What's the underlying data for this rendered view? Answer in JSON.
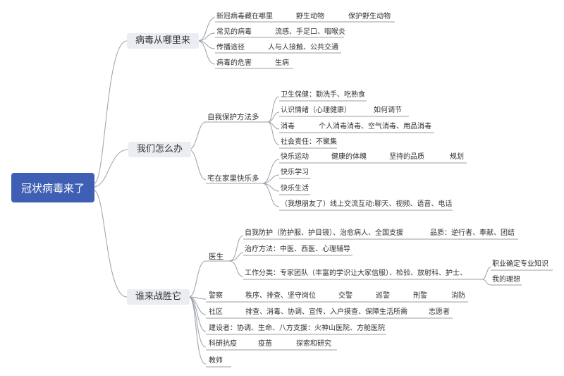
{
  "root": "冠状病毒来了",
  "branches": [
    {
      "label": "病毒从哪里来",
      "items": [
        {
          "label": "新冠病毒藏在哪里",
          "children": [
            "野生动物",
            "保护野生动物"
          ]
        },
        {
          "label": "常见的病毒",
          "children": [
            "流感、手足口、咽喉炎"
          ]
        },
        {
          "label": "传播途径",
          "children": [
            "人与人接触、公共交通"
          ]
        },
        {
          "label": "病毒的危害",
          "children": [
            "生病"
          ]
        }
      ]
    },
    {
      "label": "我们怎么办",
      "items": [
        {
          "label": "自我保护方法多",
          "subs": [
            {
              "label": "卫生保健：勤洗手、吃熟食"
            },
            {
              "label": "认识情绪（心理健康）",
              "children": [
                "如何调节"
              ]
            },
            {
              "label": "消毒",
              "children": [
                "个人消毒消毒、空气消毒、用品消毒"
              ]
            },
            {
              "label": "社会责任：不聚集"
            }
          ]
        },
        {
          "label": "宅在家里快乐多",
          "subs": [
            {
              "label": "快乐运动",
              "children": [
                "健康的体魄",
                "坚持的品质",
                "规划"
              ]
            },
            {
              "label": "快乐学习"
            },
            {
              "label": "快乐生活"
            },
            {
              "label": "（我想朋友了）线上交流互动:聊天、视频、语音、电话"
            }
          ]
        }
      ]
    },
    {
      "label": "谁来战胜它",
      "items": [
        {
          "label": "医生",
          "subs": [
            {
              "label": "自我防护（防护服、护目镜）、治愈病人、全国支援",
              "children": [
                "品质：逆行者、奉献、团结"
              ]
            },
            {
              "label": "治疗方法：中医、西医、心理辅导"
            },
            {
              "label": "工作分类：专家团队（丰富的学识让大家信服）、检验、放射科、护士、",
              "children": [
                "职业确定专业知识",
                "我的理想"
              ]
            }
          ]
        },
        {
          "label": "警察",
          "children": [
            "秩序、排查、坚守岗位",
            "交警",
            "巡警",
            "刑警",
            "消防"
          ]
        },
        {
          "label": "社区",
          "children": [
            "排查、消毒、协调、宣传、入户摸查、保障生活所需",
            "志愿者"
          ]
        },
        {
          "label": "建设者：协调、生命、八方支援：火神山医院、方舱医院"
        },
        {
          "label": "科研抗疫",
          "children": [
            "疫苗",
            "探索和研究"
          ]
        },
        {
          "label": "教师"
        }
      ]
    }
  ]
}
